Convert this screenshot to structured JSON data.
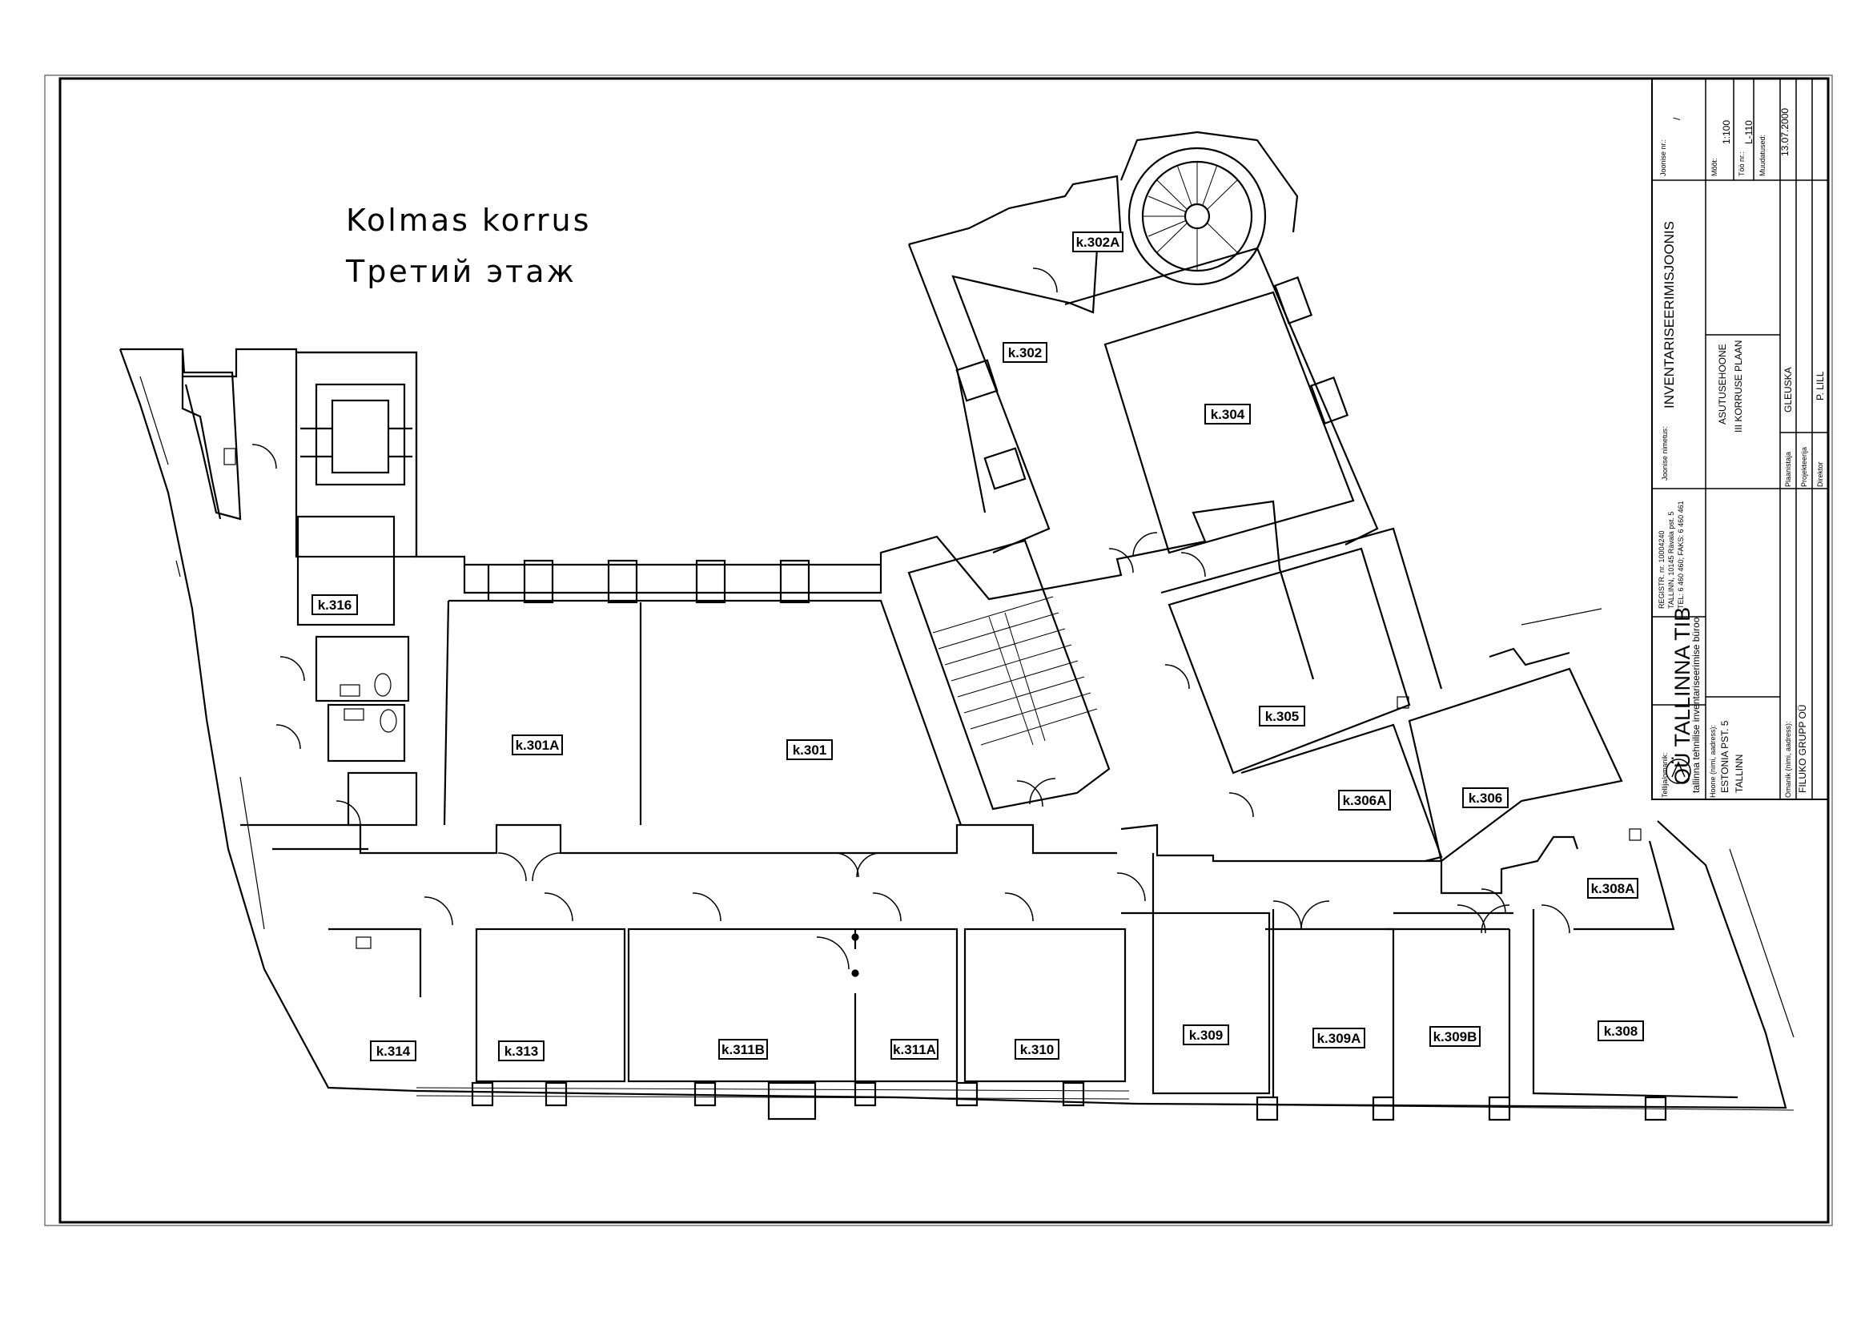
{
  "title": {
    "line1": "Kolmas korrus",
    "line2": "Третий этаж"
  },
  "rooms": [
    "k.301A",
    "k.301",
    "k.302",
    "k.302A",
    "k.304",
    "k.305",
    "k.306A",
    "k.306",
    "k.308A",
    "k.308",
    "k.309",
    "k.309A",
    "k.309B",
    "k.310",
    "k.311A",
    "k.311B",
    "k.313",
    "k.314",
    "k.316"
  ],
  "title_block": {
    "client_caption": "Tellija/omanik:",
    "org_name": "OÜ TALLINNA TIB",
    "org_reg": "REGISTR. nr. 10004240",
    "org_address": "TALLINN, 10145 Rävala pst. 5",
    "org_phone": "TEL: 6 460 460; FAKS: 6 460 461",
    "org_desc": "tallinna tehnilise inventariseerimise büroo",
    "building_caption": "Hoone (nimi, aadress):",
    "building_name": "ESTONIA PST. 5",
    "building_city": "TALLINN",
    "drawing_type": "INVENTARISEERIMISJOONIS",
    "plan_name": "ASUTUSEHOONE",
    "plan_sub": "III KORRUSE PLAAN",
    "owner_caption": "Omanik (nimi, aadress):",
    "owner_name": "FILUKO GRUPP OÜ",
    "role_drafter": "Plaanistaja",
    "drafter_name": "GLEUSKA",
    "role_designer": "Projekteerija",
    "role_director": "Direktor",
    "director_name": "P. LILL",
    "sheet_caption": "Joonise nr.:",
    "sheet_no": "/",
    "scale_caption": "Mõõt:",
    "scale": "1:100",
    "job_caption": "Töö nr.:",
    "job_no": "L-110",
    "changes_caption": "Muudatused:",
    "date": "13.07.2000",
    "drawing_caption": "Joonise nimetus:"
  }
}
